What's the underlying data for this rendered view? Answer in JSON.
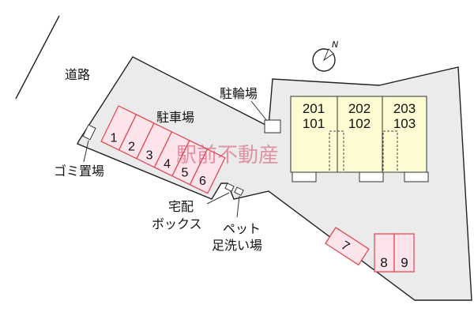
{
  "map": {
    "road_label": "道路",
    "parking_label": "駐車場",
    "bicycle_parking_label": "駐輪場",
    "garbage_label": "ゴミ置場",
    "delivery_box_label_line1": "宅配",
    "delivery_box_label_line2": "ボックス",
    "pet_wash_label_line1": "ペット",
    "pet_wash_label_line2": "足洗い場",
    "watermark": "駅前不動産",
    "compass_label": "N",
    "units": [
      {
        "upper": "201",
        "lower": "101"
      },
      {
        "upper": "202",
        "lower": "102"
      },
      {
        "upper": "203",
        "lower": "103"
      }
    ],
    "parking_slots": [
      "1",
      "2",
      "3",
      "4",
      "5",
      "6"
    ],
    "parking_slots_right": [
      "8",
      "9"
    ],
    "parking_slot_7": "7"
  },
  "colors": {
    "lot_fill": "#ebebeb",
    "building_fill": "#fdfbd2",
    "parking_stroke": "#e0404f",
    "parking_fill": "#fde4ea",
    "watermark": "#d64a6a"
  }
}
